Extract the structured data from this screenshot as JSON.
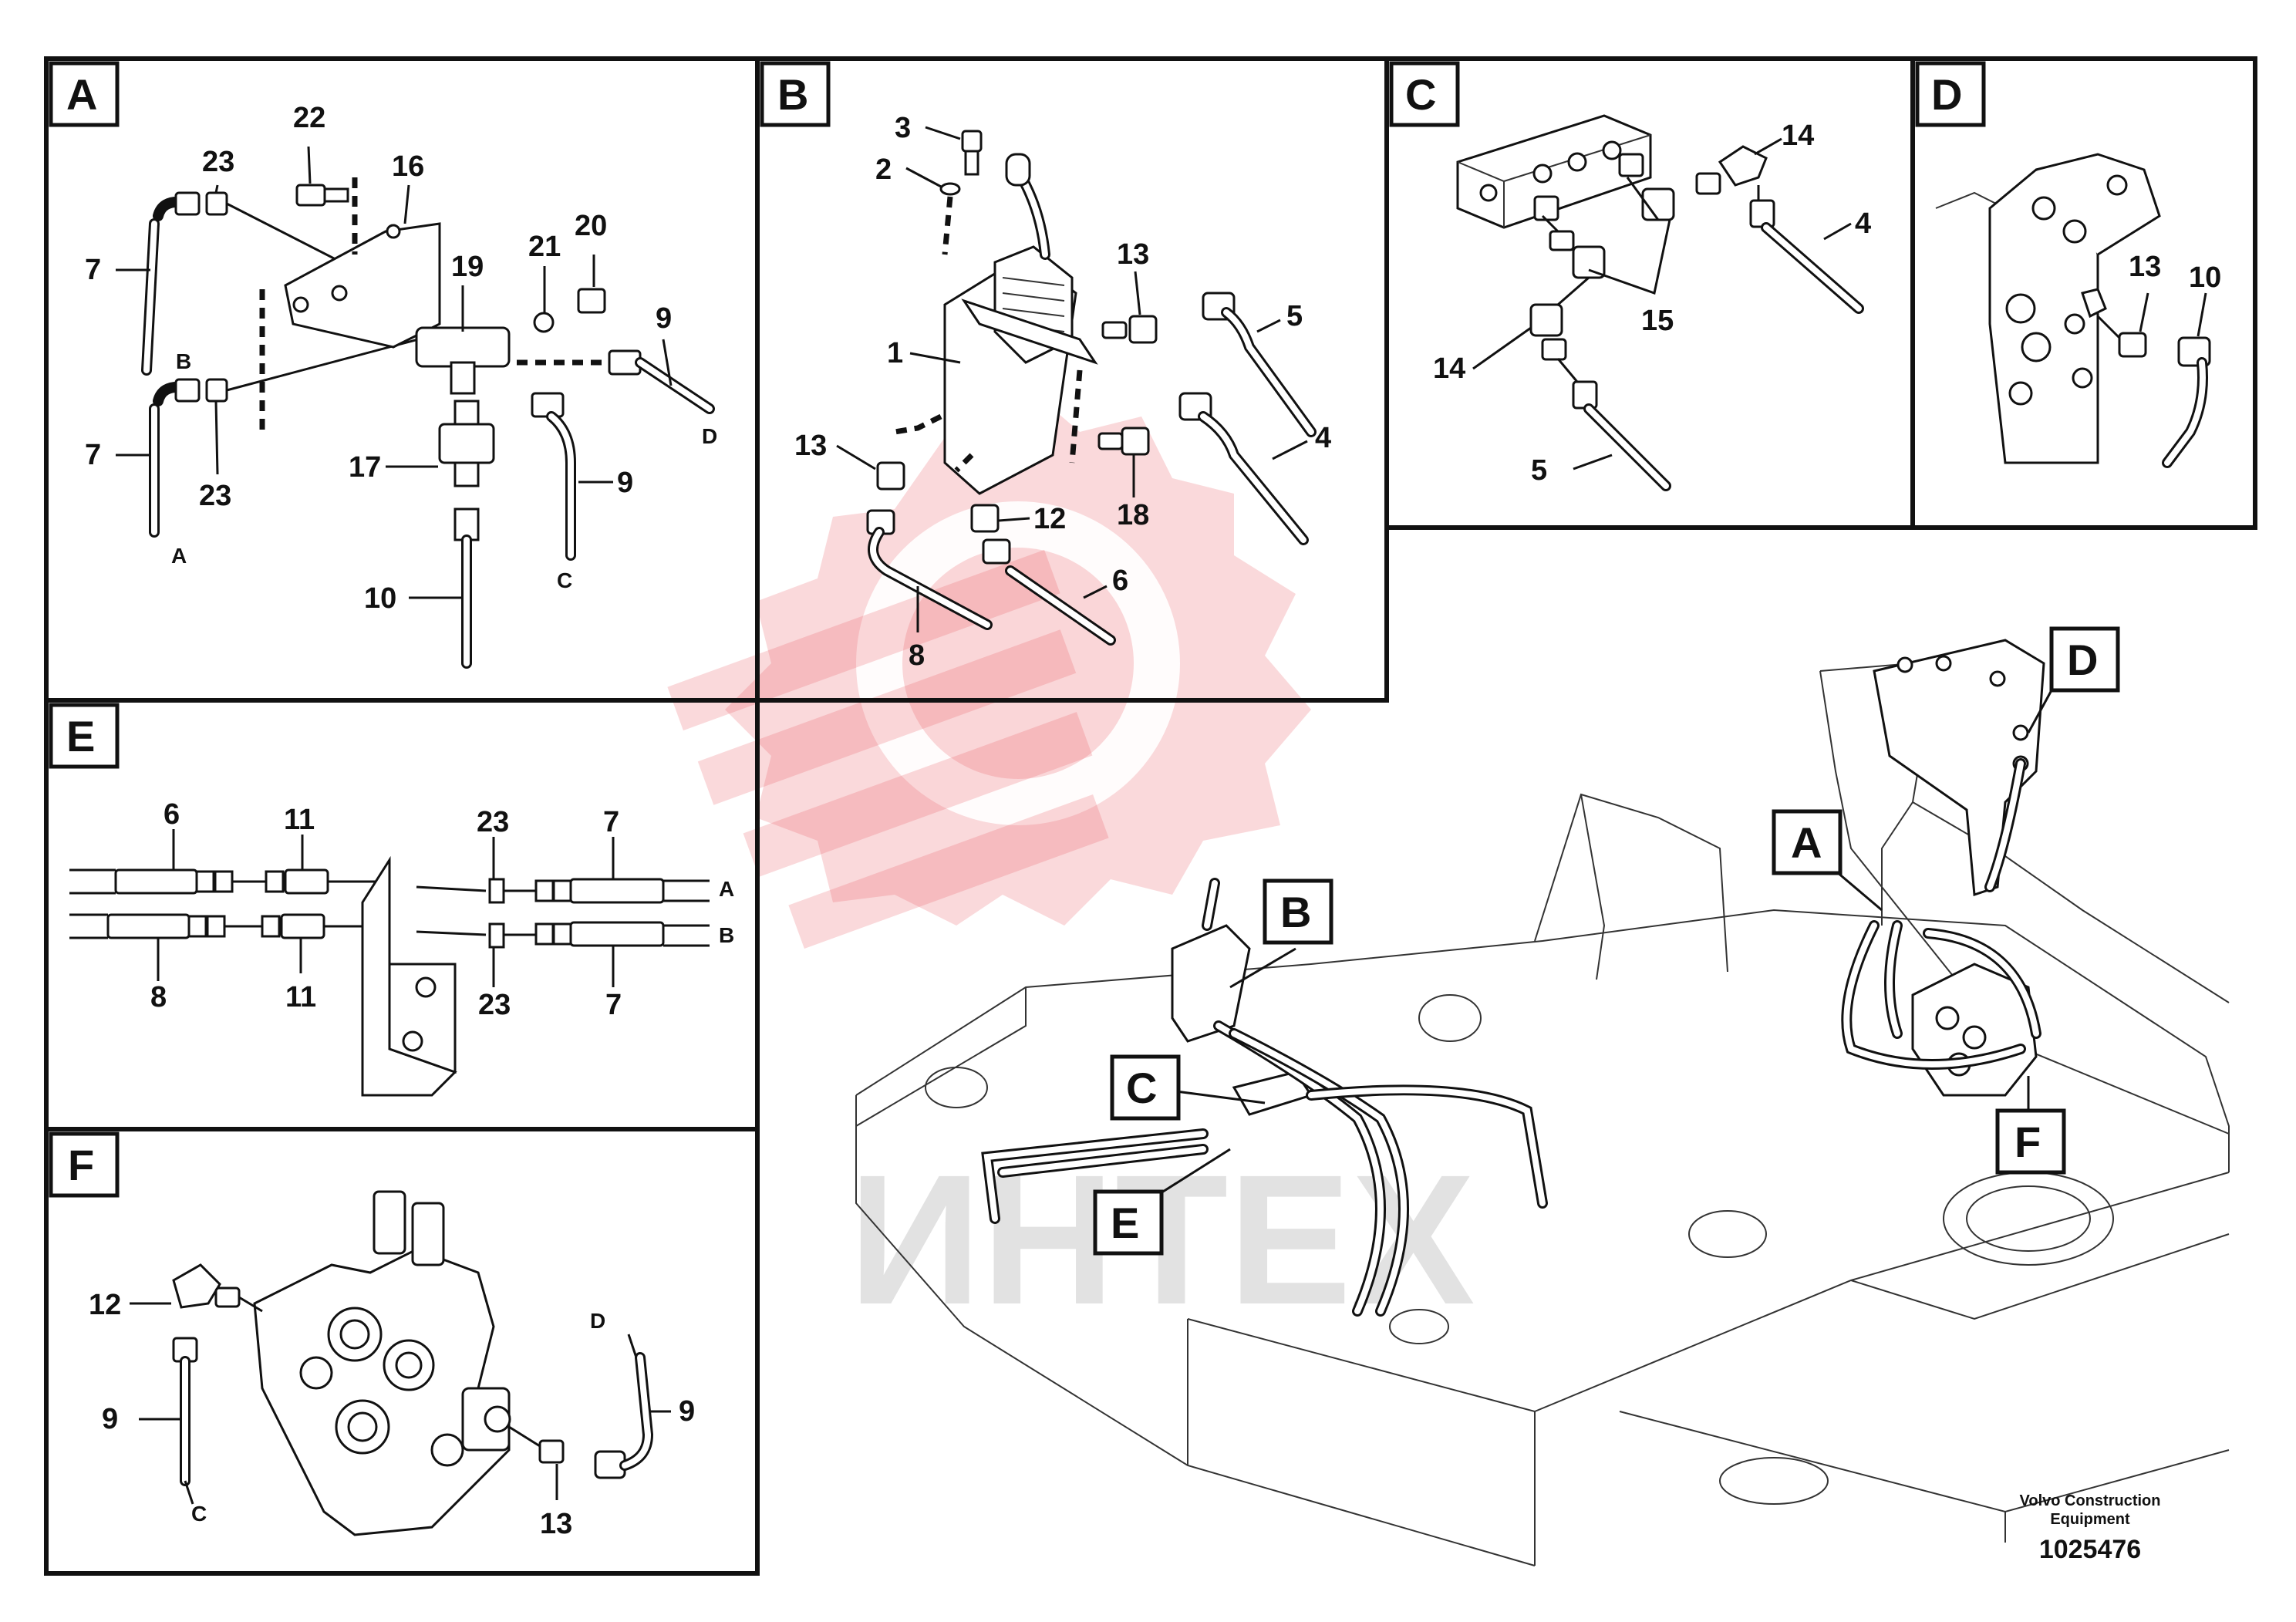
{
  "panels": {
    "A": {
      "tag": "A",
      "callouts": [
        "22",
        "23",
        "16",
        "7",
        "B",
        "19",
        "21",
        "20",
        "9",
        "D",
        "7",
        "23",
        "17",
        "A",
        "9",
        "C",
        "10"
      ]
    },
    "B": {
      "tag": "B",
      "callouts": [
        "3",
        "2",
        "13",
        "5",
        "1",
        "4",
        "13",
        "12",
        "18",
        "6",
        "8"
      ]
    },
    "C": {
      "tag": "C",
      "callouts": [
        "14",
        "4",
        "15",
        "14",
        "5"
      ]
    },
    "D": {
      "tag": "D",
      "callouts": [
        "13",
        "10"
      ]
    },
    "E": {
      "tag": "E",
      "callouts": [
        "6",
        "11",
        "23",
        "7",
        "A",
        "B",
        "8",
        "11",
        "23",
        "7"
      ]
    },
    "F": {
      "tag": "F",
      "callouts": [
        "12",
        "D",
        "9",
        "9",
        "C",
        "13"
      ]
    }
  },
  "overview": {
    "tags": [
      "D",
      "A",
      "B",
      "C",
      "F",
      "E"
    ],
    "watermark_text": "ИНТЕХ"
  },
  "publisher": {
    "line1": "Volvo Construction",
    "line2": "Equipment",
    "drawing_number": "1025476"
  }
}
